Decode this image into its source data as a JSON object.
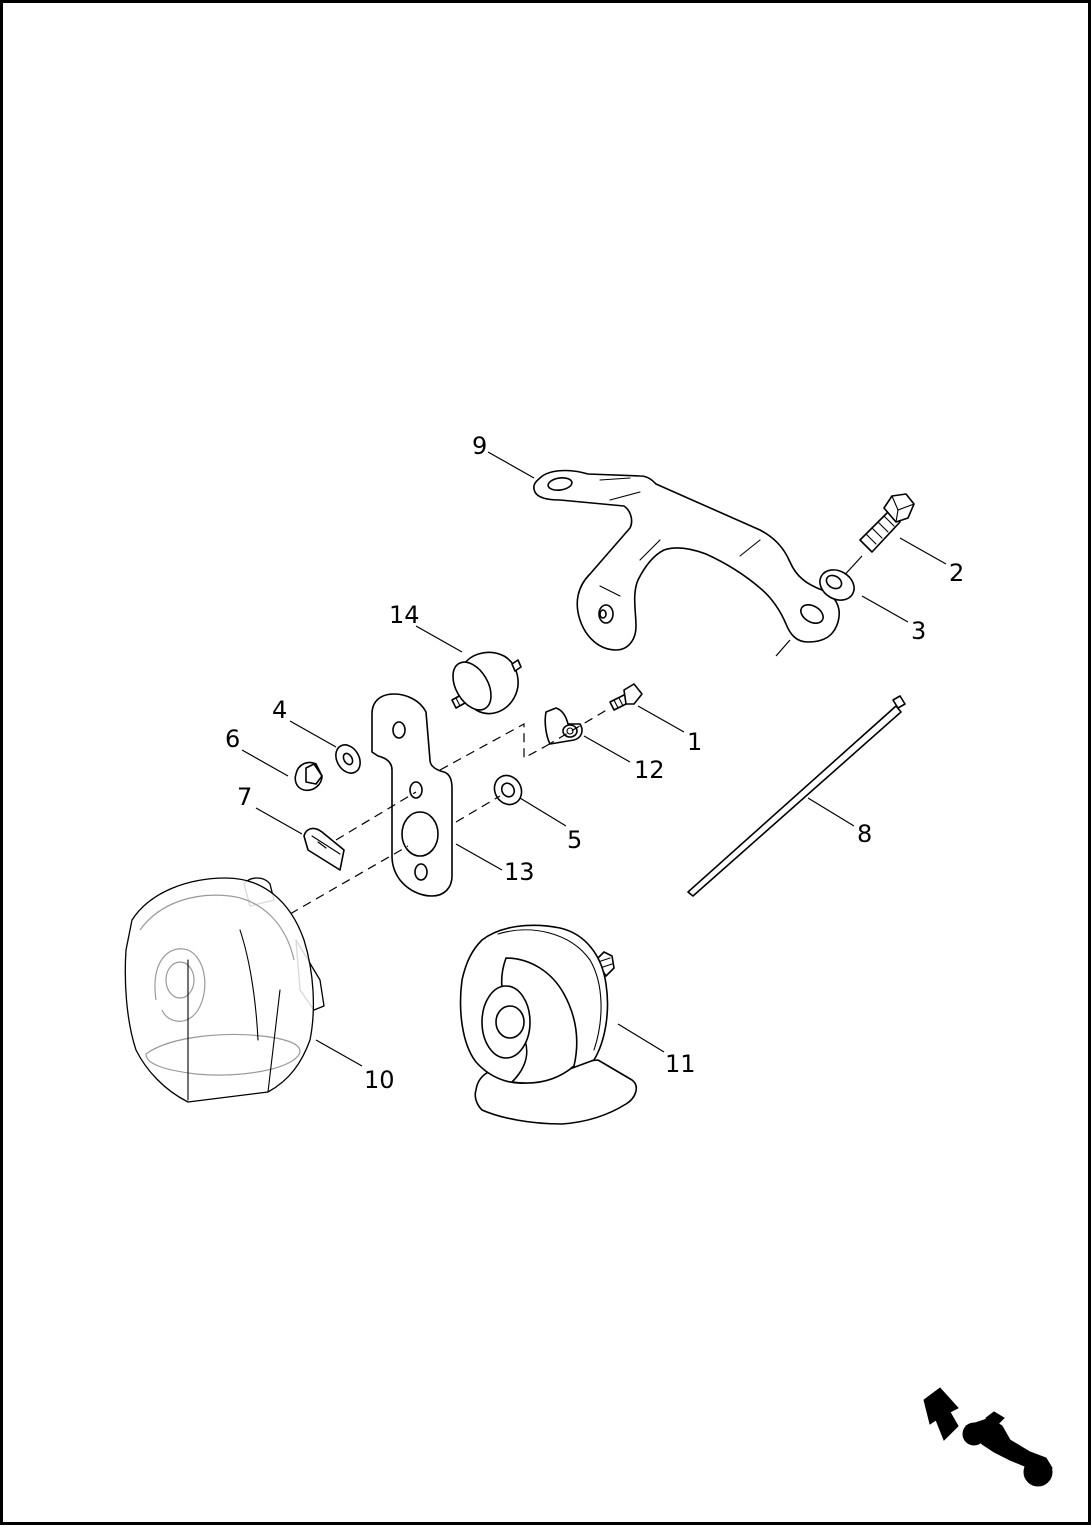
{
  "callouts": [
    {
      "id": "1",
      "label": "1"
    },
    {
      "id": "2",
      "label": "2"
    },
    {
      "id": "3",
      "label": "3"
    },
    {
      "id": "4",
      "label": "4"
    },
    {
      "id": "5",
      "label": "5"
    },
    {
      "id": "6",
      "label": "6"
    },
    {
      "id": "7",
      "label": "7"
    },
    {
      "id": "8",
      "label": "8"
    },
    {
      "id": "9",
      "label": "9"
    },
    {
      "id": "10",
      "label": "10"
    },
    {
      "id": "11",
      "label": "11"
    },
    {
      "id": "12",
      "label": "12"
    },
    {
      "id": "13",
      "label": "13"
    },
    {
      "id": "14",
      "label": "14"
    }
  ],
  "icons": {
    "orientation": "front-direction-arrow-motorcycle-icon"
  }
}
